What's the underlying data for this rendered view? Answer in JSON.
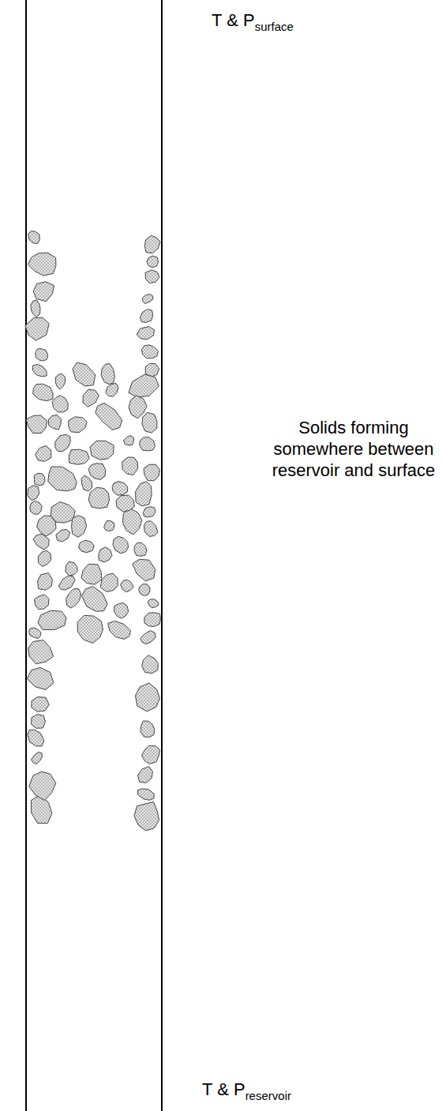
{
  "diagram": {
    "labels": [
      "T & P",
      "surface",
      "Solids forming somewhere between reservoir and surface",
      "T & P",
      "reservoir"
    ]
  }
}
